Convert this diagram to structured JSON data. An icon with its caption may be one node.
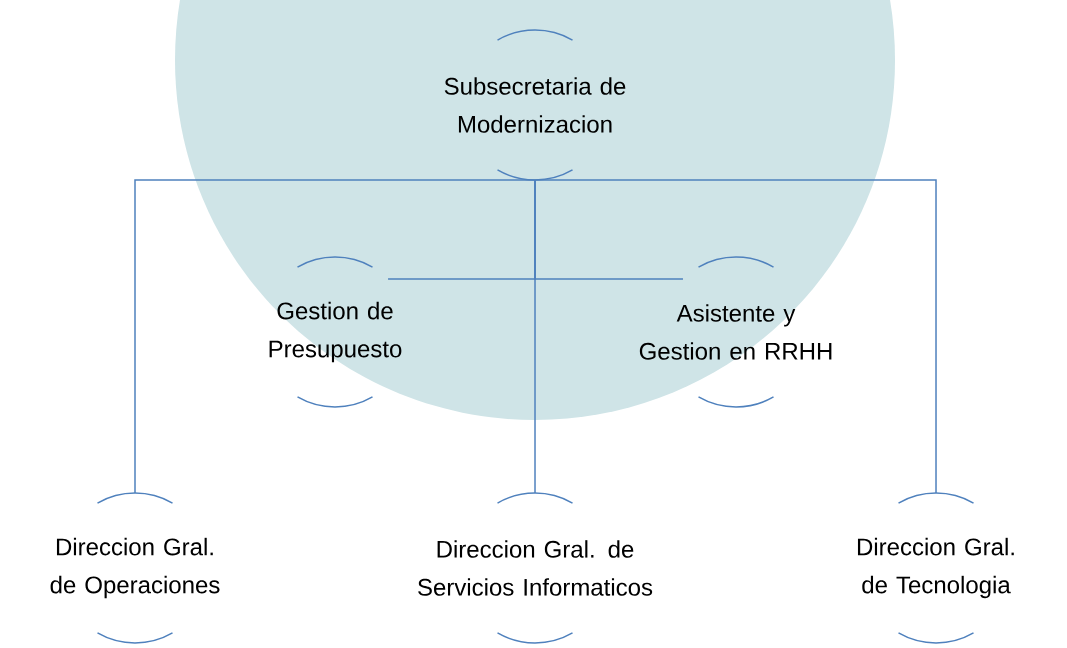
{
  "diagram": {
    "nodes": [
      {
        "text": [
          "Subsecretaria de Modernizacion"
        ]
      },
      {
        "text": [
          "Gestion de Presupuesto"
        ]
      },
      {
        "text": [
          "Asistente y Gestion en RRHH"
        ]
      },
      {
        "text": [
          "Direccion Gral. de Operaciones"
        ]
      },
      {
        "text": [
          "Direccion Gral. de Servicios Informaticos"
        ]
      },
      {
        "text": [
          "Direccion Gral. de Tecnologia"
        ]
      }
    ],
    "edges": [
      {
        "from": 0,
        "to": 1,
        "arrow": "none"
      },
      {
        "from": 0,
        "to": 2,
        "arrow": "none"
      },
      {
        "from": 0,
        "to": 3,
        "arrow": "none"
      },
      {
        "from": 0,
        "to": 4,
        "arrow": "none"
      },
      {
        "from": 0,
        "to": 5,
        "arrow": "none"
      }
    ]
  }
}
